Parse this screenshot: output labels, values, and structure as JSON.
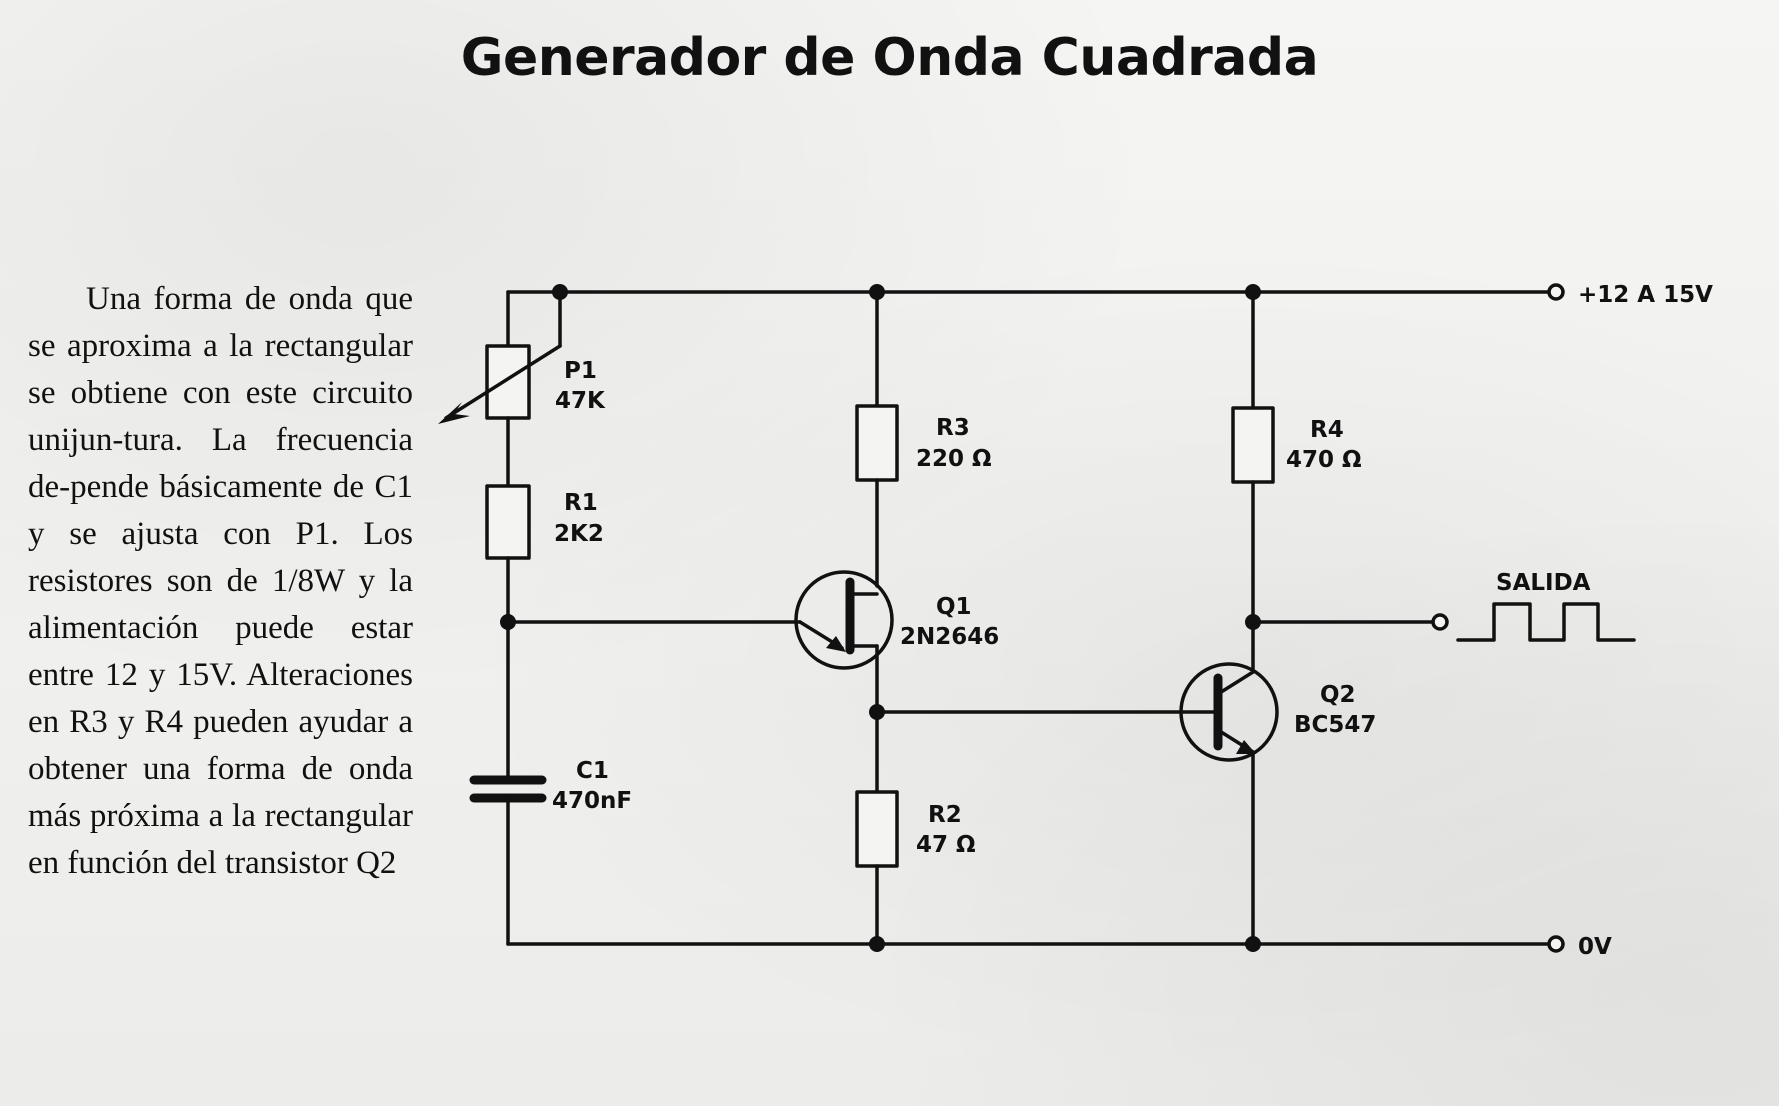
{
  "title": "Generador de Onda Cuadrada",
  "description": "Una forma de onda que se aproxima a la rectangular se obtiene con este circuito unijun-tura. La frecuencia de-pende básicamente de C1 y se ajusta con P1. Los resistores son de 1/8W y la alimentación puede estar entre 12 y 15V. Alteraciones en R3 y R4 pueden ayudar a obtener una forma de onda más próxima a la rectangular en función del transistor Q2",
  "terminals": {
    "supply": "+12 A 15V",
    "ground": "0V",
    "output": "SALIDA"
  },
  "components": {
    "p1": {
      "name": "P1",
      "value": "47K"
    },
    "r1": {
      "name": "R1",
      "value": "2K2"
    },
    "c1": {
      "name": "C1",
      "value": "470nF"
    },
    "r3": {
      "name": "R3",
      "value": "220 Ω"
    },
    "q1": {
      "name": "Q1",
      "value": "2N2646"
    },
    "r2": {
      "name": "R2",
      "value": "47 Ω"
    },
    "r4": {
      "name": "R4",
      "value": "470 Ω"
    },
    "q2": {
      "name": "Q2",
      "value": "BC547"
    }
  }
}
